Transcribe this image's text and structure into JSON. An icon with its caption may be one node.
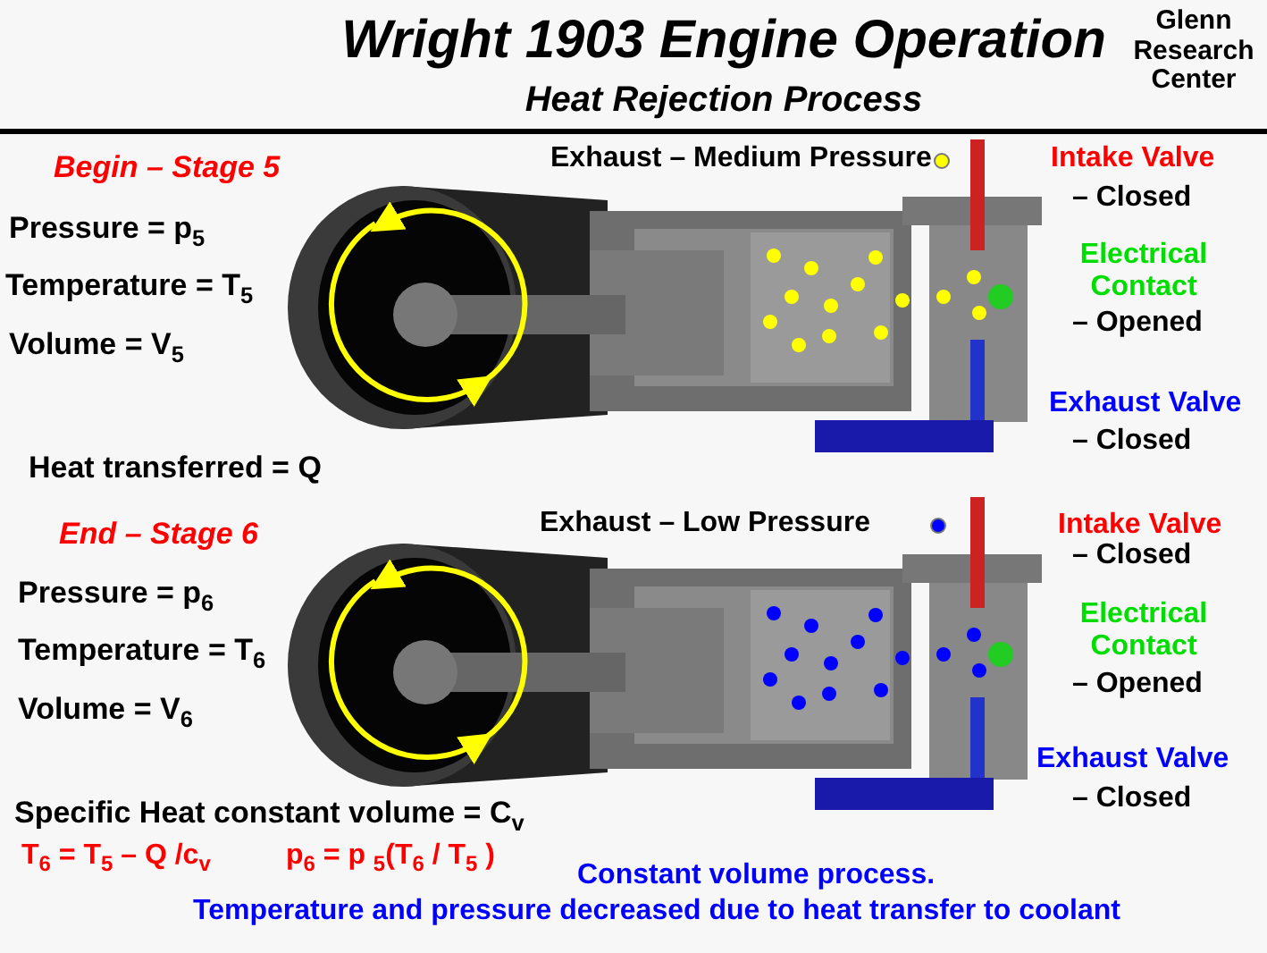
{
  "diagram": {
    "title": "Wright 1903 Engine Operation",
    "labels": [
      "Heat Rejection Process",
      "Glenn Research Center",
      "Begin  –  Stage 5",
      "Intake Valve",
      "– Closed",
      "Pressure = p$_{5}$",
      "Electrical Contact",
      "– Opened",
      "Temperature = T$_{5}$",
      "Volume = V$_{5}$",
      "Exhaust Valve",
      "– Closed",
      "Heat  transferred = Q",
      "End  –  Stage 6",
      "Intake Valve",
      "– Closed",
      "Pressure = p$_{6}$",
      "Electrical Contact",
      "– Opened",
      "Temperature = T$_{6}$",
      "Volume = V$_{6}$",
      "Exhaust Valve",
      "– Closed",
      "Specific  Heat  constant  volume = C$_{v}$",
      "T$_{6}$ = T$_{5}$ –  Q /c$_{v}$",
      "p$_{6}$ = p $_{5}$(T$_{6}$ / T$_{5}$ )",
      "Constant  volume  process.",
      "Temperature  and  pressure  decreased  due  to  heat  transfer  to  coolant"
    ],
    "legend": [
      {
        "text": "Exhaust – Medium  Pressure",
        "color": "#ffff00"
      },
      {
        "text": "Exhaust – Low  Pressure",
        "color": "#0000ff"
      }
    ]
  }
}
